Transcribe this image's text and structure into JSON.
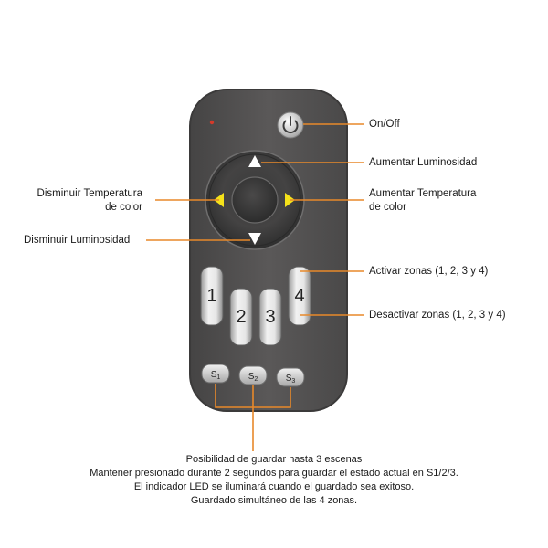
{
  "colors": {
    "remote_body": "#5a5858",
    "remote_edge": "#3e3d3d",
    "callout_line": "#e8892a",
    "arrow_yellow": "#f5e21a",
    "arrow_white": "#ffffff",
    "led": "#d43a2a"
  },
  "buttons": {
    "power_icon": "power-icon",
    "zone_1": "1",
    "zone_2": "2",
    "zone_3": "3",
    "zone_4": "4",
    "scene_1": "S1",
    "scene_2": "S2",
    "scene_3": "S3"
  },
  "callouts": {
    "on_off": "On/Off",
    "brightness_up": "Aumentar Luminosidad",
    "brightness_down": "Disminuir Luminosidad",
    "temp_down_line1": "Disminuir Temperatura",
    "temp_down_line2": "de color",
    "temp_up_line1": "Aumentar Temperatura",
    "temp_up_line2": "de color",
    "zones_on": "Activar zonas (1, 2, 3 y 4)",
    "zones_off": "Desactivar zonas (1, 2, 3 y 4)"
  },
  "caption": {
    "line1": "Posibilidad de guardar hasta 3 escenas",
    "line2": "Mantener presionado durante 2 segundos para guardar el estado actual en S1/2/3.",
    "line3": "El indicador LED se iluminará cuando el guardado sea exitoso.",
    "line4": "Guardado simultáneo de las 4 zonas."
  }
}
